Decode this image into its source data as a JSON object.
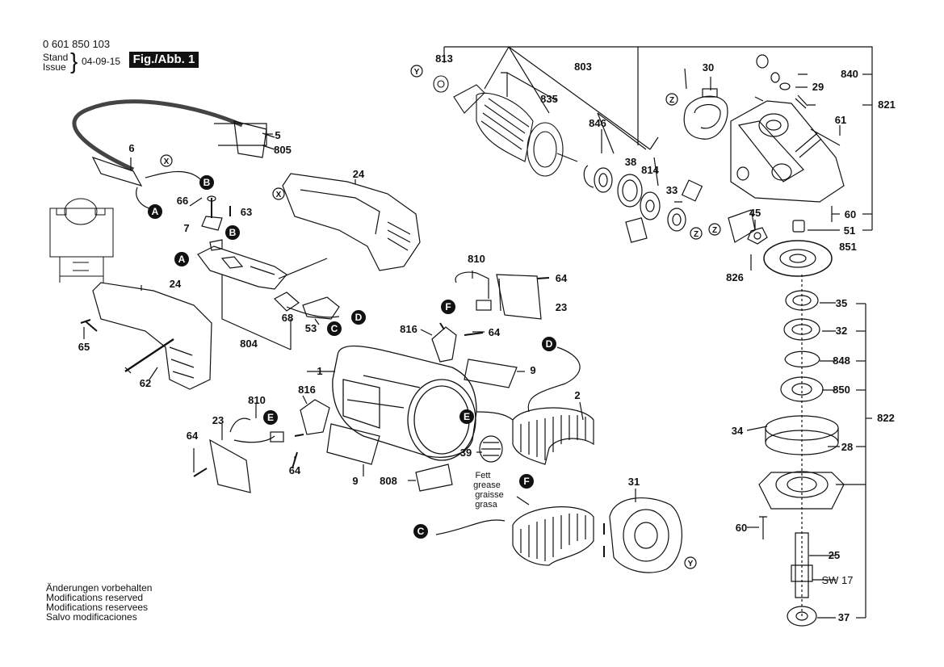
{
  "header": {
    "part_code": "0 601 850 103",
    "stand_label": "Stand",
    "issue_label": "Issue",
    "date": "04-09-15",
    "figure_label": "Fig./Abb. 1"
  },
  "footer_notes": [
    "Änderungen vorbehalten",
    "Modifications reserved",
    "Modifications reservees",
    "Salvo modificaciones"
  ],
  "grease_note": [
    "Fett",
    "grease",
    "graisse",
    "grasa"
  ],
  "part_labels": [
    "813",
    "803",
    "30",
    "840",
    "29",
    "821",
    "835",
    "61",
    "846",
    "38",
    "814",
    "33",
    "45",
    "5",
    "805",
    "6",
    "24",
    "66",
    "63",
    "7",
    "60",
    "51",
    "851",
    "826",
    "810",
    "64",
    "23",
    "816",
    "64",
    "35",
    "32",
    "848",
    "850",
    "24",
    "68",
    "53",
    "804",
    "65",
    "62",
    "1",
    "9",
    "2",
    "816",
    "810",
    "23",
    "64",
    "64",
    "9",
    "808",
    "39",
    "34",
    "28",
    "822",
    "60",
    "25",
    "SW 17",
    "37",
    "31"
  ],
  "connector_letters": [
    "A",
    "B",
    "C",
    "D",
    "E",
    "F",
    "X",
    "Y",
    "Z"
  ],
  "colors": {
    "ink": "#111111",
    "paper": "#ffffff",
    "badge_bg": "#111111",
    "badge_text": "#ffffff"
  }
}
